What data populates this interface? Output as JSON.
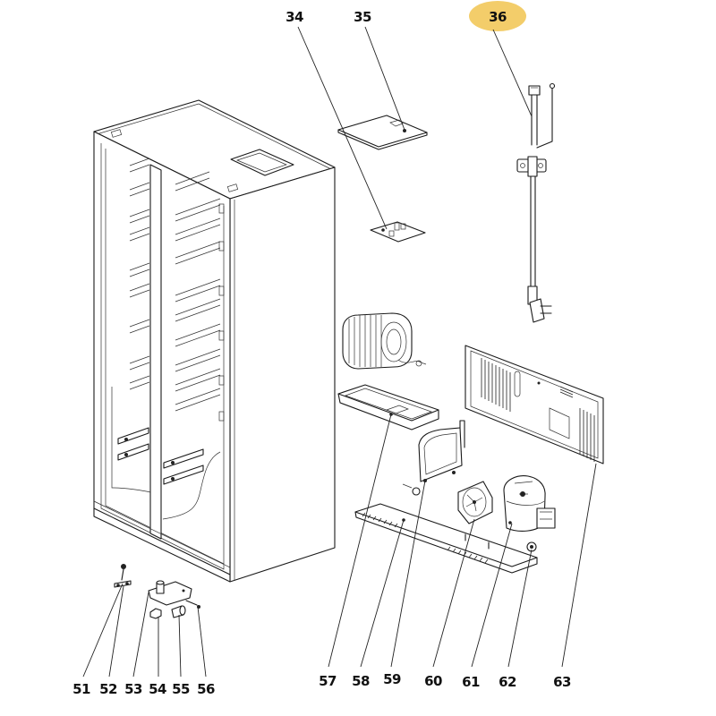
{
  "diagram": {
    "title": "",
    "highlight_color": "#F3CD6A",
    "highlighted_part": "36",
    "parts": [
      {
        "id": "34",
        "label": "34",
        "name": "control-board-upper"
      },
      {
        "id": "35",
        "label": "35",
        "name": "control-board-cover"
      },
      {
        "id": "36",
        "label": "36",
        "name": "power-cord",
        "highlighted": true
      },
      {
        "id": "51",
        "label": "51",
        "name": "hinge-screw"
      },
      {
        "id": "52",
        "label": "52",
        "name": "hinge-washer"
      },
      {
        "id": "53",
        "label": "53",
        "name": "lower-hinge"
      },
      {
        "id": "54",
        "label": "54",
        "name": "hinge-nut"
      },
      {
        "id": "55",
        "label": "55",
        "name": "hinge-bushing"
      },
      {
        "id": "56",
        "label": "56",
        "name": "hinge-pin"
      },
      {
        "id": "57",
        "label": "57",
        "name": "drain-pan"
      },
      {
        "id": "58",
        "label": "58",
        "name": "base-plate"
      },
      {
        "id": "59",
        "label": "59",
        "name": "fan-bracket"
      },
      {
        "id": "60",
        "label": "60",
        "name": "condenser-fan"
      },
      {
        "id": "61",
        "label": "61",
        "name": "compressor"
      },
      {
        "id": "62",
        "label": "62",
        "name": "compressor-grommet"
      },
      {
        "id": "63",
        "label": "63",
        "name": "rear-cover-panel"
      }
    ],
    "unlabeled_components": [
      "cabinet-body",
      "condenser-coil"
    ]
  }
}
